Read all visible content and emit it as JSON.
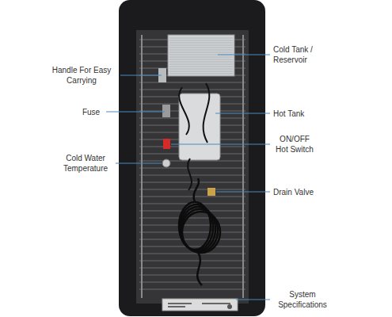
{
  "diagram": {
    "labels": [
      "Cold Tank / Reservoir",
      "Handle For Easy Carrying",
      "Fuse",
      "Hot Tank",
      "ON/OFF Hot Switch",
      "Cold Water Temperature",
      "Drain Valve",
      "System Specifications"
    ]
  }
}
